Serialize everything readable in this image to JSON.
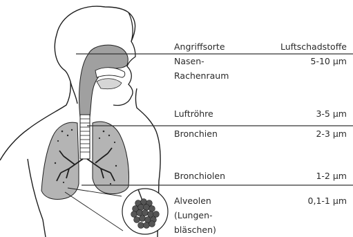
{
  "header": {
    "sites_label": "Angriffsorte",
    "pollutants_label": "Luftschadstoffe"
  },
  "rows": [
    {
      "site_lines": [
        "Nasen-",
        "Rachenraum"
      ],
      "size": "5-10 µm"
    },
    {
      "site_lines": [
        "Luftröhre"
      ],
      "size": "3-5 µm"
    },
    {
      "site_lines": [
        "Bronchien"
      ],
      "size": "2-3 µm"
    },
    {
      "site_lines": [
        "Bronchiolen"
      ],
      "size": "1-2 µm"
    },
    {
      "site_lines": [
        "Alveolen",
        "(Lungen-",
        "bläschen)"
      ],
      "size": "0,1-1 µm"
    }
  ],
  "colors": {
    "outline": "#1e1e1e",
    "lung_fill": "#b4b4b4",
    "tissue_fill": "#a0a0a0",
    "alveoli_fill": "#555555",
    "line": "#333333"
  }
}
